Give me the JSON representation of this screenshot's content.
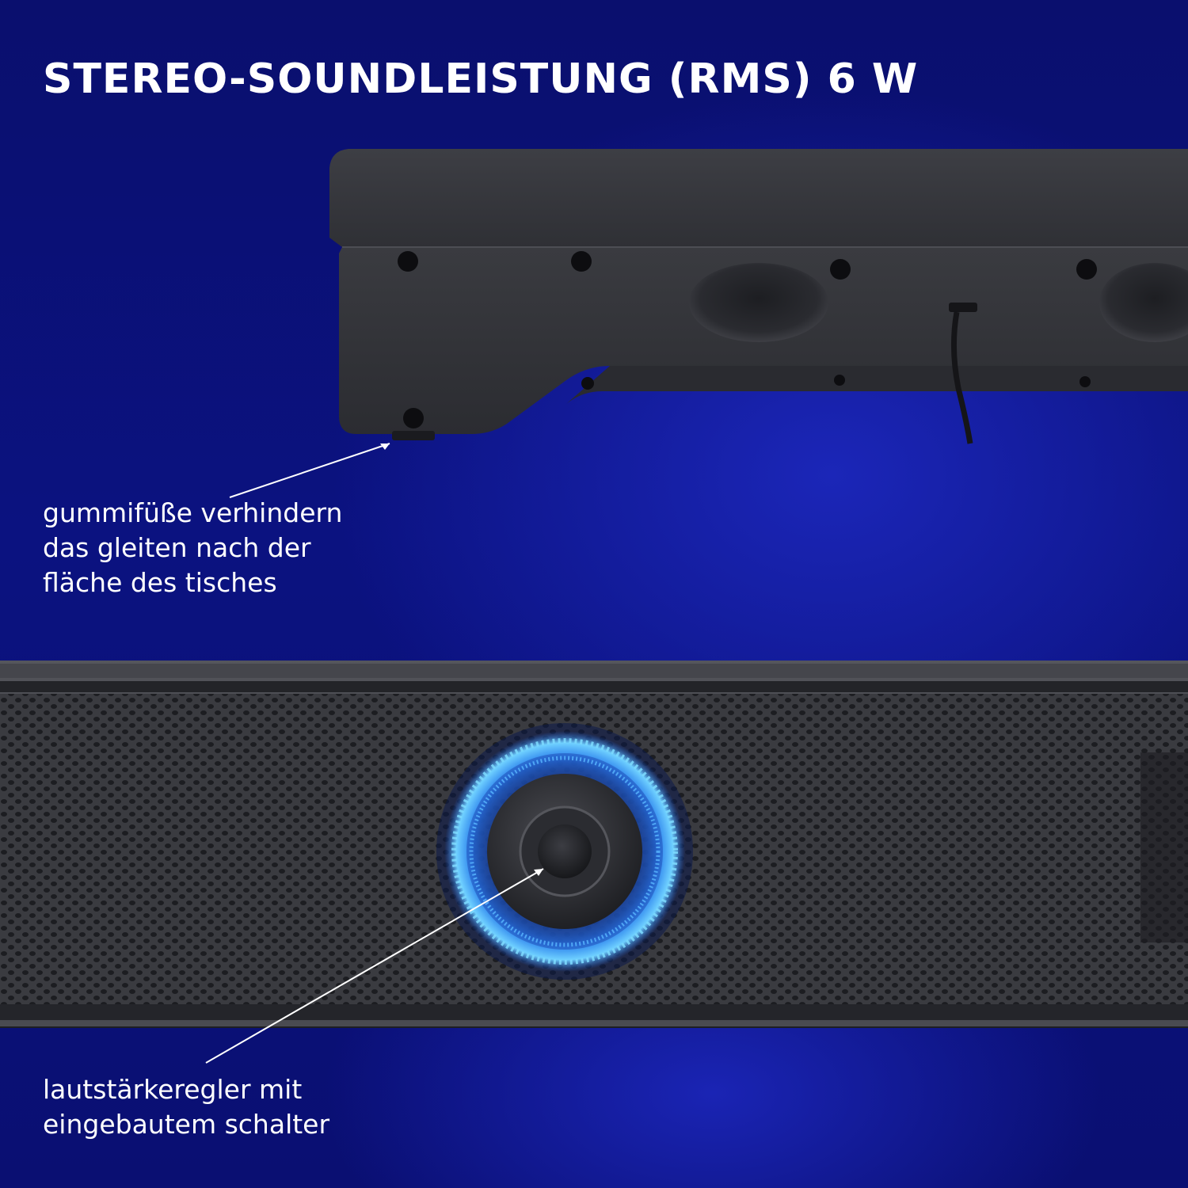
{
  "title": "STEREO-SOUNDLEISTUNG (RMS) 6 W",
  "callouts": {
    "feet": {
      "lines": [
        "gummifüße verhindern",
        "das gleiten nach der",
        "fläche des tisches"
      ]
    },
    "knob": {
      "lines": [
        "lautstärkeregler mit",
        "eingebautem schalter"
      ]
    }
  },
  "colors": {
    "background": "#0b1280",
    "accent_glow": "#2f8dff",
    "device_body": "#35363b",
    "text": "#ffffff"
  }
}
